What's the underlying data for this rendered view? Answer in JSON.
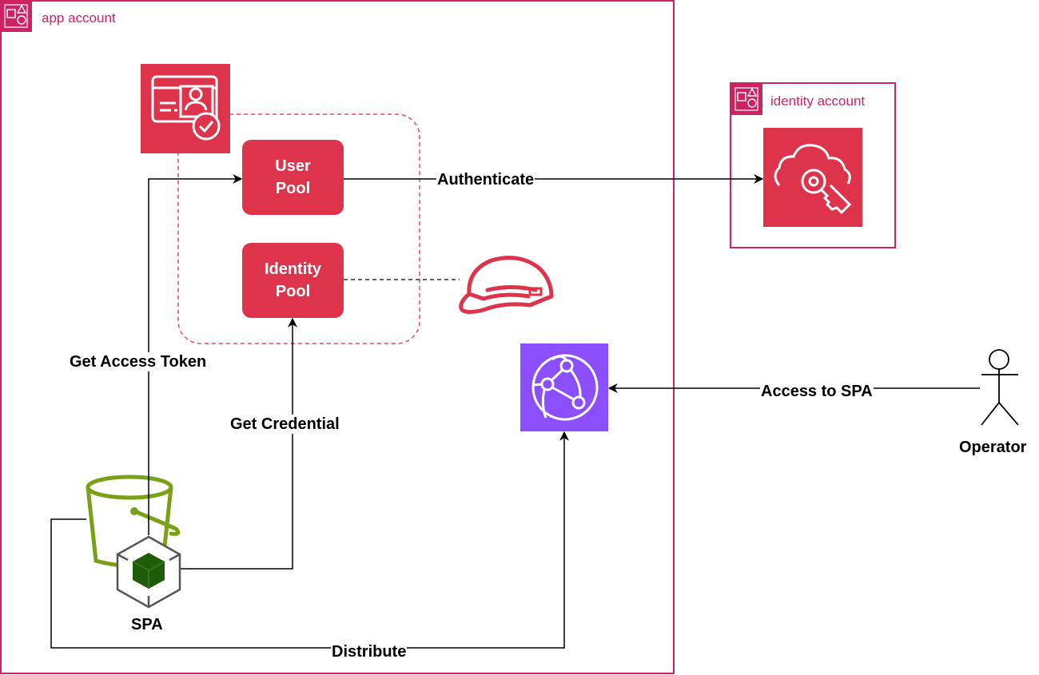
{
  "colors": {
    "account_border": "#CD2264",
    "security_red": "#DD344C",
    "cloudfront_purple": "#8C4FFF",
    "storage_green": "#7AA116",
    "app_green": "#1E5C0A",
    "edge": "#000000"
  },
  "groups": {
    "app_account": {
      "label": "app account",
      "icon": "aws-account-icon"
    },
    "identity_account": {
      "label": "identity account",
      "icon": "aws-account-icon"
    },
    "cognito_group": {
      "icon": "cognito-icon",
      "style": "dashed"
    }
  },
  "nodes": {
    "user_pool": {
      "line1": "User",
      "line2": "Pool"
    },
    "identity_pool": {
      "line1": "Identity",
      "line2": "Pool"
    },
    "iam_identity_center": {
      "icon": "cloud-key-icon"
    },
    "iam_role": {
      "icon": "hard-hat-icon"
    },
    "cloudfront": {
      "icon": "cloudfront-globe-icon"
    },
    "s3_bucket": {
      "icon": "s3-bucket-icon"
    },
    "spa": {
      "label": "SPA",
      "icon": "resource-cube-icon"
    },
    "operator": {
      "label": "Operator",
      "icon": "actor-icon"
    }
  },
  "edges": {
    "authenticate": "Authenticate",
    "get_access_token": "Get Access Token",
    "get_credential": "Get Credential",
    "access_to_spa": "Access to SPA",
    "distribute": "Distribute"
  }
}
